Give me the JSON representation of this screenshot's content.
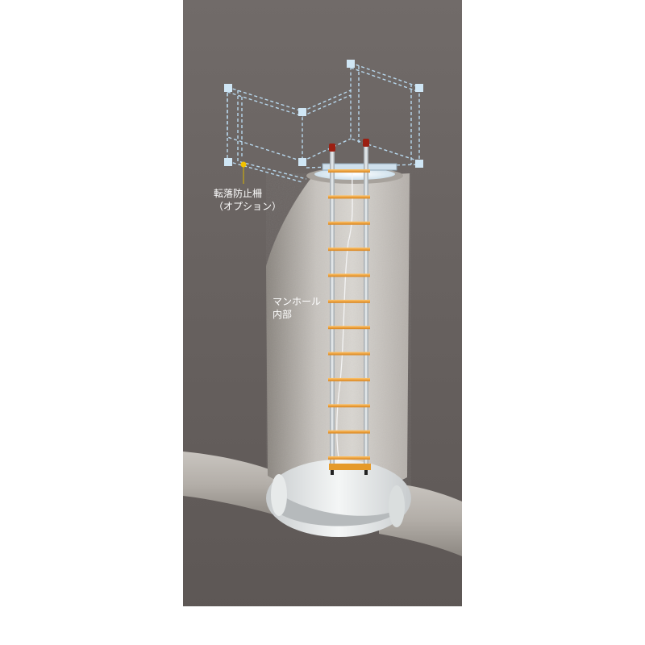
{
  "annotations": {
    "fall_guard": {
      "line1": "転落防止柵",
      "line2": "（オプション）"
    },
    "manhole_interior": {
      "line1": "マンホール",
      "line2": "内部"
    }
  },
  "colors": {
    "background_top": "#6e6866",
    "background_bottom": "#5e5856",
    "shaft_light": "#d8d4cf",
    "shaft_dark": "#8e8983",
    "ladder_rail": "#d6dce0",
    "ladder_rung": "#f0a030",
    "guard_frame": "#b8d8ee",
    "marker_dot": "#f2c200",
    "text": "#ffffff"
  },
  "ladder": {
    "rung_count": 12
  }
}
